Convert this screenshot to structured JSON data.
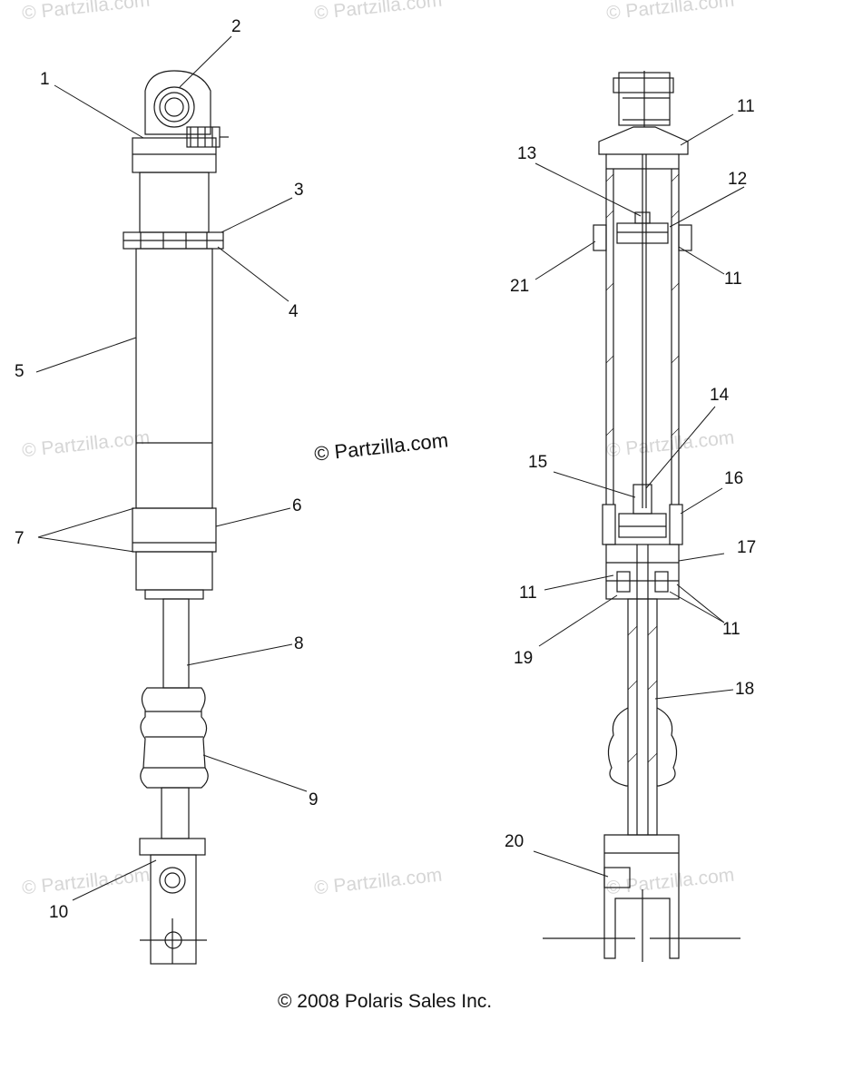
{
  "watermarks": {
    "text": "© Partzilla.com",
    "center_text": "© Partzilla.com"
  },
  "callouts": {
    "c1": "1",
    "c2": "2",
    "c3": "3",
    "c4": "4",
    "c5": "5",
    "c6": "6",
    "c7": "7",
    "c8": "8",
    "c9": "9",
    "c10": "10",
    "c11a": "11",
    "c11b": "11",
    "c11c": "11",
    "c11d": "11",
    "c12": "12",
    "c13": "13",
    "c14": "14",
    "c15": "15",
    "c16": "16",
    "c17": "17",
    "c18": "18",
    "c19": "19",
    "c20": "20",
    "c21": "21"
  },
  "footer": {
    "copyright": "© 2008 Polaris Sales Inc."
  },
  "colors": {
    "line": "#1a1a1a",
    "watermark": "#d6d6d6"
  }
}
